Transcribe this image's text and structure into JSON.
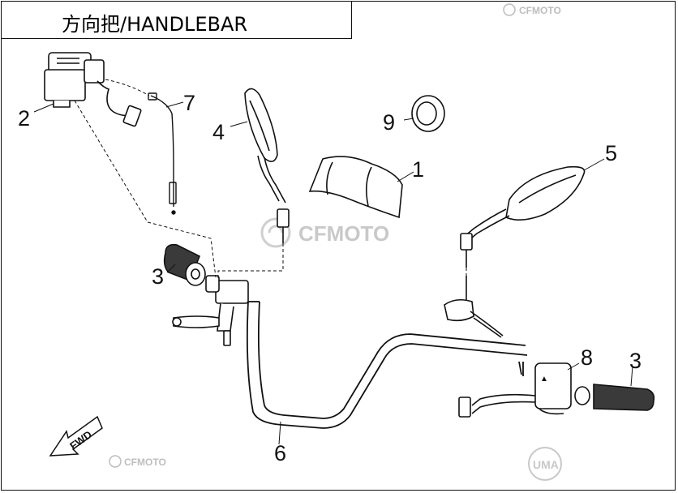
{
  "title": "方向把/HANDLEBAR",
  "watermark": {
    "brand": "CFMOTO",
    "badge": "UMA"
  },
  "callouts": [
    "1",
    "2",
    "3",
    "3",
    "4",
    "5",
    "6",
    "7",
    "8",
    "9"
  ],
  "arrow_label": "FWD",
  "colors": {
    "line": "#111111",
    "watermark": "#c9c9c9"
  }
}
